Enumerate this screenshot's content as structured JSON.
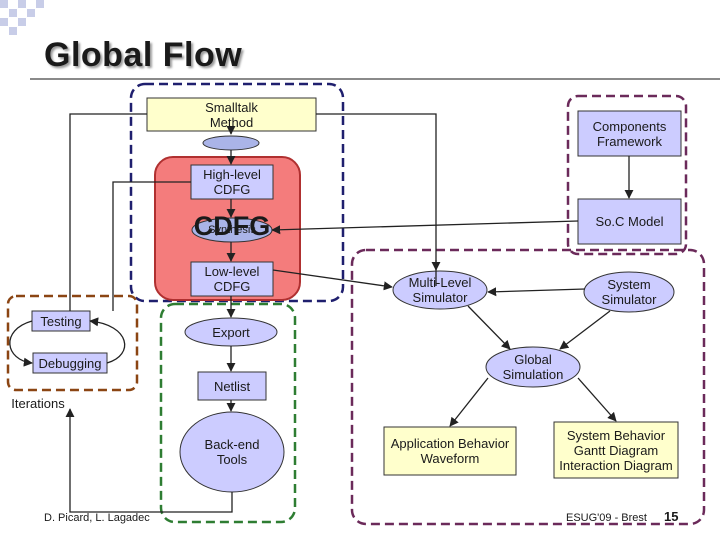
{
  "slide": {
    "title": "Global Flow",
    "footer_left": "D. Picard, L. Lagadec",
    "footer_right": "ESUG'09 - Brest",
    "page_number": "15"
  },
  "nodes": {
    "smalltalk": "Smalltalk\nMethod",
    "components": "Components\nFramework",
    "high_cdfg": "High-level\nCDFG",
    "cdfg": "CDFG",
    "synthesis": "Synthesis",
    "soc_model": "So.C Model",
    "low_cdfg": "Low-level\nCDFG",
    "multi_sim": "Multi-Level\nSimulator",
    "sys_sim": "System\nSimulator",
    "testing": "Testing",
    "debugging": "Debugging",
    "iterations": "Iterations",
    "export": "Export",
    "global_sim": "Global\nSimulation",
    "netlist": "Netlist",
    "backend": "Back-end\nTools",
    "app_behavior": "Application Behavior\nWaveform",
    "sys_behavior": "System Behavior\nGantt Diagram\nInteraction Diagram"
  },
  "colors": {
    "navy_dash": "#1f1f6e",
    "purple_dash": "#6b2a5a",
    "brown_dash": "#8b4513",
    "green_dash": "#2e7d32",
    "cdfg_red": "#f47c7c",
    "yellow": "#ffffcc",
    "lavender": "#ccccff",
    "blue_ellipse": "#aab4e8"
  }
}
